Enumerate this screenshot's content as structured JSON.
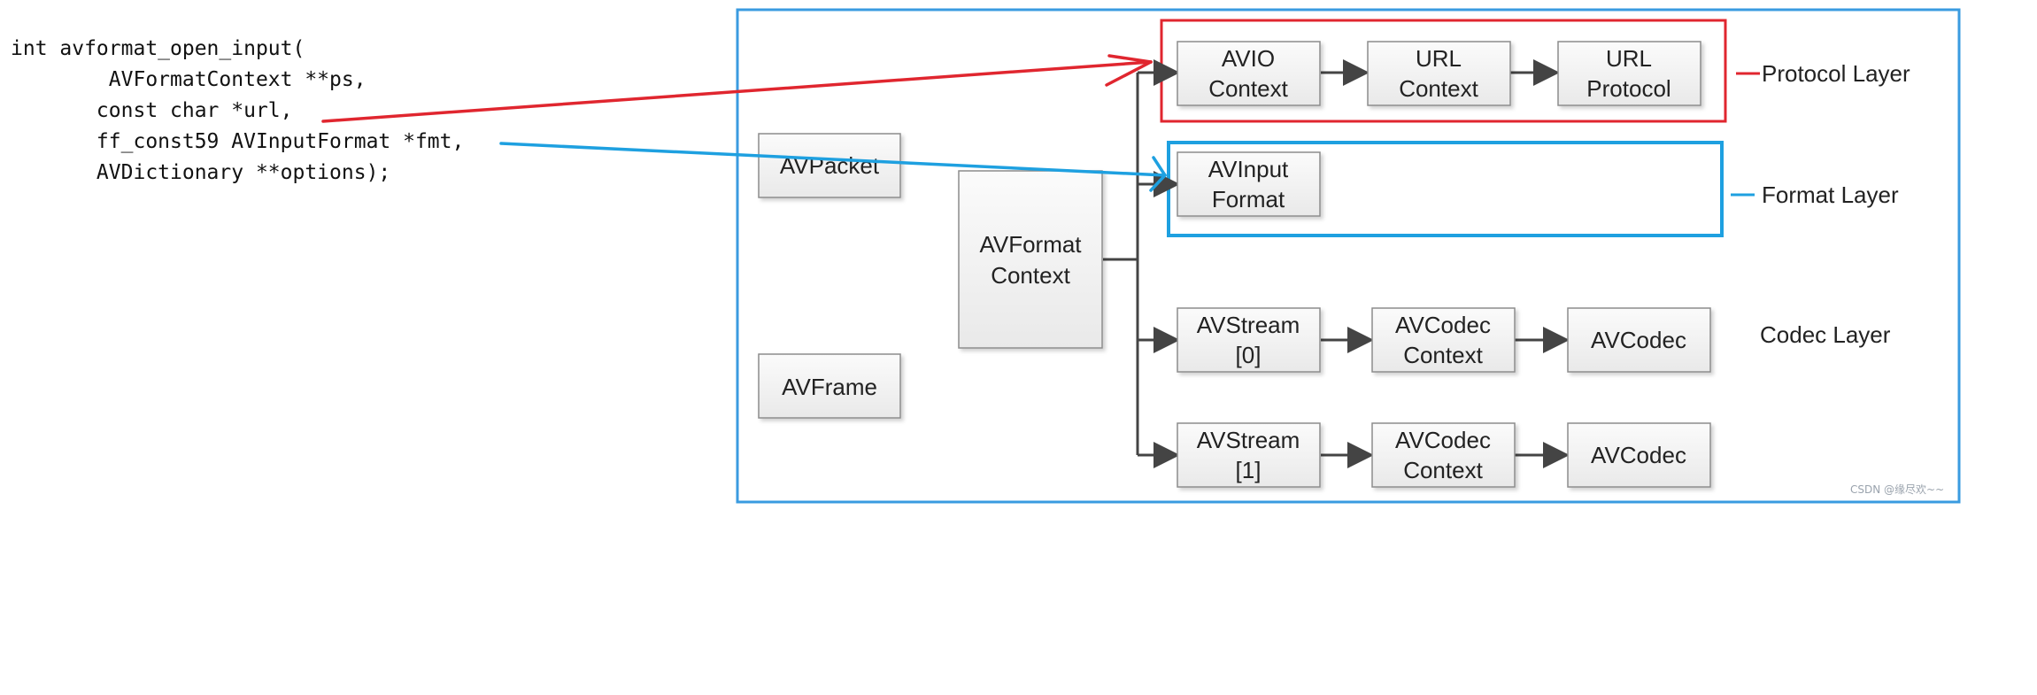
{
  "code": {
    "lines": [
      "int avformat_open_input(",
      "        AVFormatContext **ps,",
      "       const char *url,",
      "       ff_const59 AVInputFormat *fmt,",
      "       AVDictionary **options);"
    ]
  },
  "diagram": {
    "boxes": {
      "avpacket": "AVPacket",
      "avframe": "AVFrame",
      "avformat_context": [
        "AVFormat",
        "Context"
      ],
      "avio_context": [
        "AVIO",
        "Context"
      ],
      "url_context": [
        "URL",
        "Context"
      ],
      "url_protocol": [
        "URL",
        "Protocol"
      ],
      "avinput_format": [
        "AVInput",
        "Format"
      ],
      "avstream0": [
        "AVStream",
        "[0]"
      ],
      "avcodec_context0": [
        "AVCodec",
        "Context"
      ],
      "avcodec0": "AVCodec",
      "avstream1": [
        "AVStream",
        "[1]"
      ],
      "avcodec_context1": [
        "AVCodec",
        "Context"
      ],
      "avcodec1": "AVCodec"
    },
    "layers": {
      "protocol": "Protocol Layer",
      "format": "Format Layer",
      "codec": "Codec Layer"
    },
    "watermark": "CSDN @缘尽欢~~",
    "colors": {
      "outer_frame": "#3a9be0",
      "protocol_frame": "#e0262f",
      "format_frame": "#1ea0e0",
      "red_arrow": "#e0262f",
      "blue_arrow": "#1ea0e0",
      "connector": "#444444",
      "box_fill": "#f2f2f2",
      "box_border": "#8c8c8c"
    }
  }
}
